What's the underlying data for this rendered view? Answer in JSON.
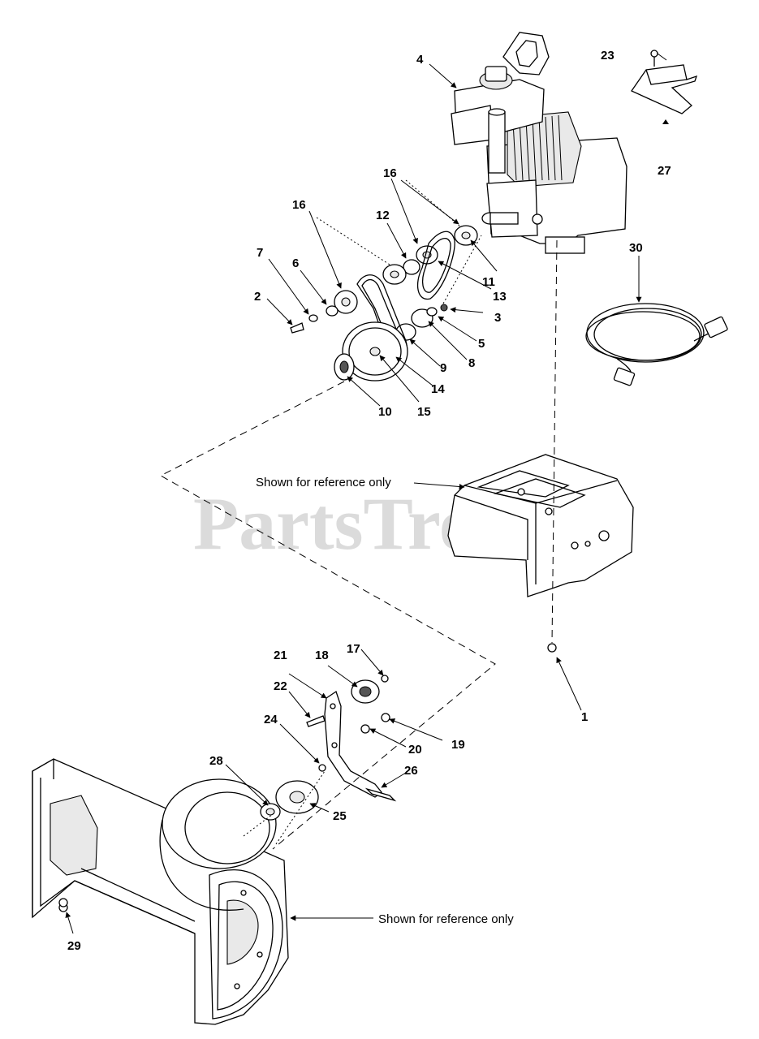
{
  "watermark": "PartsTree",
  "notes": {
    "reference_frame": "Shown for reference only",
    "reference_housing": "Shown for reference only"
  },
  "callouts": {
    "c1": "1",
    "c2": "2",
    "c3": "3",
    "c4": "4",
    "c5": "5",
    "c6": "6",
    "c7": "7",
    "c8": "8",
    "c9": "9",
    "c10": "10",
    "c11": "11",
    "c12": "12",
    "c13": "13",
    "c14": "14",
    "c15": "15",
    "c16a": "16",
    "c16b": "16",
    "c17": "17",
    "c18": "18",
    "c19": "19",
    "c20": "20",
    "c21": "21",
    "c22": "22",
    "c23": "23",
    "c24": "24",
    "c25": "25",
    "c26": "26",
    "c27": "27",
    "c28": "28",
    "c29": "29",
    "c30": "30"
  }
}
